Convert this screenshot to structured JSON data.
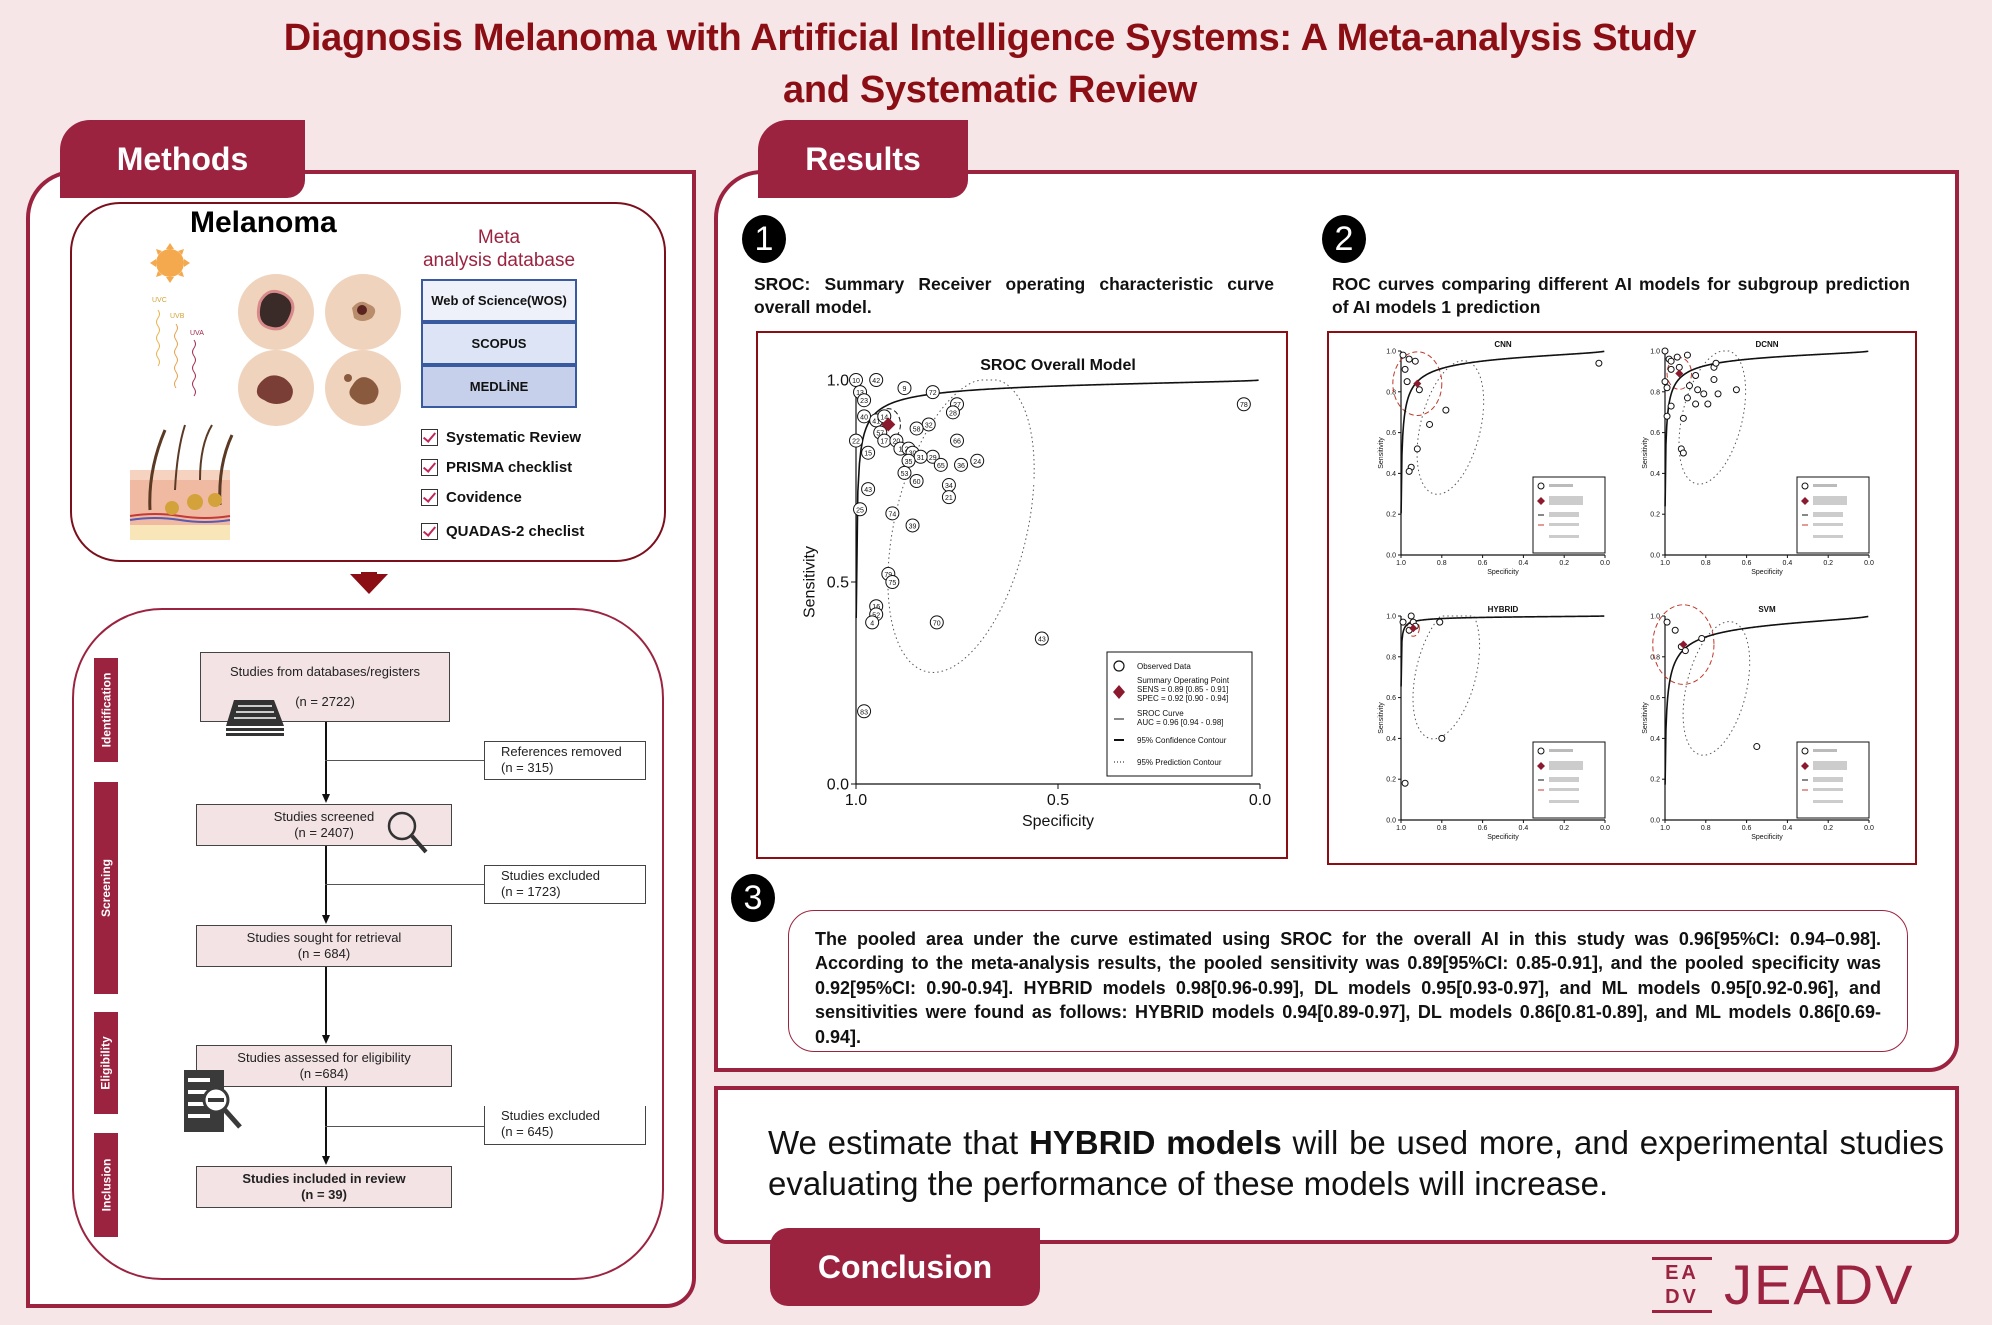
{
  "title_line1": "Diagnosis Melanoma with Artificial Intelligence Systems: A Meta-analysis Study",
  "title_line2": "and Systematic Review",
  "sections": {
    "methods": "Methods",
    "results": "Results",
    "conclusion": "Conclusion"
  },
  "methods": {
    "melanoma_title": "Melanoma",
    "uv_labels": [
      "UVC",
      "UVB",
      "UVA"
    ],
    "meta_title_1": "Meta",
    "meta_title_2": "analysis database",
    "databases": [
      "Web of Science(WOS)",
      "SCOPUS",
      "MEDLİNE"
    ],
    "checklist": [
      "Systematic Review",
      "PRISMA checklist",
      "Covidence",
      "QUADAS-2 checlist"
    ],
    "phases": [
      "Identification",
      "Screening",
      "Eligibility",
      "Inclusion"
    ],
    "flow": {
      "identified": {
        "label": "Studies from databases/registers",
        "n": "(n = 2722)"
      },
      "removed": {
        "label": "References removed",
        "n": "(n = 315)"
      },
      "screened": {
        "label": "Studies screened",
        "n": "(n = 2407)"
      },
      "excluded1": {
        "label": "Studies excluded",
        "n": "(n = 1723)"
      },
      "sought": {
        "label": "Studies sought for retrieval",
        "n": "(n = 684)"
      },
      "assessed": {
        "label": "Studies assessed for eligibility",
        "n": "(n =684)"
      },
      "excluded2": {
        "label": "Studies excluded",
        "n": "(n = 645)"
      },
      "included": {
        "label": "Studies included in review",
        "n": "(n = 39)"
      }
    }
  },
  "results": {
    "badge1": "1",
    "caption1": "SROC: Summary Receiver operating characteristic curve overall model.",
    "badge2": "2",
    "caption2": "ROC curves comparing different AI models for subgroup prediction of AI models 1 prediction",
    "badge3": "3",
    "summary_text": "The pooled area under the curve estimated using SROC for the overall AI in this study was 0.96[95%CI: 0.94–0.98]. According to the meta-analysis results, the pooled sensitivity was 0.89[95%CI: 0.85-0.91], and the pooled specificity was 0.92[95%CI: 0.90-0.94]. HYBRID models 0.98[0.96-0.99], DL models 0.95[0.93-0.97], and ML models 0.95[0.92-0.96], and sensitivities were found as follows: HYBRID models 0.94[0.89-0.97], DL models 0.86[0.81-0.89], and ML models 0.86[0.69-0.94]."
  },
  "conclusion": {
    "text_pre": "We estimate that ",
    "text_bold": "HYBRID models",
    "text_post": " will be used more, and experimental studies evaluating the performance of these  models will increase."
  },
  "logo": {
    "mark_top": "EA",
    "mark_bottom": "DV",
    "word": "JEADV"
  },
  "colors": {
    "brand": "#9b2340",
    "title": "#8b0e14",
    "background": "#f6e6e8",
    "summary_point": "#8b1a2e"
  },
  "chart_data": [
    {
      "type": "scatter",
      "title": "SROC Overall Model",
      "xlabel": "Specificity",
      "ylabel": "Sensitivity",
      "xlim": [
        1.0,
        0.0
      ],
      "ylim": [
        0.0,
        1.0
      ],
      "xticks": [
        "1.0",
        "0.5",
        "0.0"
      ],
      "yticks": [
        "0.0",
        "0.5",
        "1.0"
      ],
      "legend_position": "bottom-right",
      "legend": [
        "Observed Data",
        "Summary Operating Point",
        "SENS = 0.89 [0.85 - 0.91]",
        "SPEC = 0.92 [0.90 - 0.94]",
        "SROC Curve",
        "AUC = 0.96 [0.94 - 0.98]",
        "95% Confidence Contour",
        "95% Prediction Contour"
      ],
      "summary_point": {
        "spec": 0.92,
        "sens": 0.89
      },
      "auc": 0.96,
      "points": [
        {
          "id": "10",
          "spec": 1.0,
          "sens": 1.0
        },
        {
          "id": "42",
          "spec": 0.95,
          "sens": 1.0
        },
        {
          "id": "9",
          "spec": 0.88,
          "sens": 0.98
        },
        {
          "id": "13",
          "spec": 0.99,
          "sens": 0.97
        },
        {
          "id": "72",
          "spec": 0.81,
          "sens": 0.97
        },
        {
          "id": "23",
          "spec": 0.98,
          "sens": 0.95
        },
        {
          "id": "27",
          "spec": 0.75,
          "sens": 0.94
        },
        {
          "id": "28",
          "spec": 0.76,
          "sens": 0.92
        },
        {
          "id": "78",
          "spec": 0.04,
          "sens": 0.94
        },
        {
          "id": "40",
          "spec": 0.98,
          "sens": 0.91
        },
        {
          "id": "41",
          "spec": 0.95,
          "sens": 0.9
        },
        {
          "id": "14",
          "spec": 0.93,
          "sens": 0.91
        },
        {
          "id": "32",
          "spec": 0.82,
          "sens": 0.89
        },
        {
          "id": "58",
          "spec": 0.85,
          "sens": 0.88
        },
        {
          "id": "57",
          "spec": 0.94,
          "sens": 0.87
        },
        {
          "id": "66",
          "spec": 0.75,
          "sens": 0.85
        },
        {
          "id": "22",
          "spec": 1.0,
          "sens": 0.85
        },
        {
          "id": "17",
          "spec": 0.93,
          "sens": 0.85
        },
        {
          "id": "20",
          "spec": 0.9,
          "sens": 0.85
        },
        {
          "id": "1",
          "spec": 0.89,
          "sens": 0.83
        },
        {
          "id": "26",
          "spec": 0.87,
          "sens": 0.83
        },
        {
          "id": "15",
          "spec": 0.97,
          "sens": 0.82
        },
        {
          "id": "29",
          "spec": 0.81,
          "sens": 0.81
        },
        {
          "id": "30",
          "spec": 0.86,
          "sens": 0.82
        },
        {
          "id": "31",
          "spec": 0.84,
          "sens": 0.81
        },
        {
          "id": "35",
          "spec": 0.87,
          "sens": 0.8
        },
        {
          "id": "24",
          "spec": 0.7,
          "sens": 0.8
        },
        {
          "id": "65",
          "spec": 0.79,
          "sens": 0.79
        },
        {
          "id": "36",
          "spec": 0.74,
          "sens": 0.79
        },
        {
          "id": "53",
          "spec": 0.88,
          "sens": 0.77
        },
        {
          "id": "60",
          "spec": 0.85,
          "sens": 0.75
        },
        {
          "id": "34",
          "spec": 0.77,
          "sens": 0.74
        },
        {
          "id": "21",
          "spec": 0.77,
          "sens": 0.71
        },
        {
          "id": "43",
          "spec": 0.97,
          "sens": 0.73
        },
        {
          "id": "25",
          "spec": 0.99,
          "sens": 0.68
        },
        {
          "id": "74",
          "spec": 0.91,
          "sens": 0.67
        },
        {
          "id": "39",
          "spec": 0.86,
          "sens": 0.64
        },
        {
          "id": "79",
          "spec": 0.92,
          "sens": 0.52
        },
        {
          "id": "75",
          "spec": 0.91,
          "sens": 0.5
        },
        {
          "id": "16",
          "spec": 0.95,
          "sens": 0.44
        },
        {
          "id": "52",
          "spec": 0.95,
          "sens": 0.42
        },
        {
          "id": "4",
          "spec": 0.96,
          "sens": 0.4
        },
        {
          "id": "70",
          "spec": 0.8,
          "sens": 0.4
        },
        {
          "id": "43b",
          "spec": 0.54,
          "sens": 0.36
        },
        {
          "id": "83",
          "spec": 0.98,
          "sens": 0.18
        }
      ]
    },
    {
      "type": "scatter",
      "title": "CNN",
      "xlabel": "Specificity",
      "ylabel": "Sensitivity",
      "xlim": [
        1.0,
        0.0
      ],
      "ylim": [
        0.0,
        1.0
      ],
      "xticks": [
        "1.0",
        "0.8",
        "0.6",
        "0.4",
        "0.2",
        "0.0"
      ],
      "yticks": [
        "0.0",
        "0.2",
        "0.4",
        "0.6",
        "0.8",
        "1.0"
      ],
      "summary_point": {
        "spec": 0.92,
        "sens": 0.84
      },
      "points": [
        {
          "spec": 0.99,
          "sens": 0.98
        },
        {
          "spec": 0.96,
          "sens": 0.96
        },
        {
          "spec": 0.93,
          "sens": 0.95
        },
        {
          "spec": 0.98,
          "sens": 0.91
        },
        {
          "spec": 0.97,
          "sens": 0.85
        },
        {
          "spec": 0.91,
          "sens": 0.81
        },
        {
          "spec": 0.78,
          "sens": 0.71
        },
        {
          "spec": 0.86,
          "sens": 0.64
        },
        {
          "spec": 0.92,
          "sens": 0.52
        },
        {
          "spec": 0.95,
          "sens": 0.43
        },
        {
          "spec": 0.96,
          "sens": 0.41
        },
        {
          "spec": 0.03,
          "sens": 0.94
        }
      ]
    },
    {
      "type": "scatter",
      "title": "DCNN",
      "xlabel": "Specificity",
      "ylabel": "Sensitivity",
      "xlim": [
        1.0,
        0.0
      ],
      "ylim": [
        0.0,
        1.0
      ],
      "xticks": [
        "1.0",
        "0.8",
        "0.6",
        "0.4",
        "0.2",
        "0.0"
      ],
      "yticks": [
        "0.0",
        "0.2",
        "0.4",
        "0.6",
        "0.8",
        "1.0"
      ],
      "summary_point": {
        "spec": 0.93,
        "sens": 0.89
      },
      "points": [
        {
          "spec": 1.0,
          "sens": 1.0
        },
        {
          "spec": 0.98,
          "sens": 0.96
        },
        {
          "spec": 0.94,
          "sens": 0.97
        },
        {
          "spec": 0.89,
          "sens": 0.98
        },
        {
          "spec": 0.97,
          "sens": 0.95
        },
        {
          "spec": 0.97,
          "sens": 0.91
        },
        {
          "spec": 0.93,
          "sens": 0.92
        },
        {
          "spec": 0.85,
          "sens": 0.88
        },
        {
          "spec": 0.76,
          "sens": 0.92
        },
        {
          "spec": 0.75,
          "sens": 0.94
        },
        {
          "spec": 1.0,
          "sens": 0.85
        },
        {
          "spec": 0.99,
          "sens": 0.82
        },
        {
          "spec": 0.88,
          "sens": 0.83
        },
        {
          "spec": 0.84,
          "sens": 0.81
        },
        {
          "spec": 0.76,
          "sens": 0.86
        },
        {
          "spec": 0.81,
          "sens": 0.79
        },
        {
          "spec": 0.89,
          "sens": 0.77
        },
        {
          "spec": 0.85,
          "sens": 0.74
        },
        {
          "spec": 0.79,
          "sens": 0.74
        },
        {
          "spec": 0.74,
          "sens": 0.79
        },
        {
          "spec": 0.65,
          "sens": 0.81
        },
        {
          "spec": 0.97,
          "sens": 0.73
        },
        {
          "spec": 0.99,
          "sens": 0.68
        },
        {
          "spec": 0.91,
          "sens": 0.67
        },
        {
          "spec": 0.92,
          "sens": 0.52
        },
        {
          "spec": 0.91,
          "sens": 0.5
        }
      ]
    },
    {
      "type": "scatter",
      "title": "HYBRID",
      "xlabel": "Specificity",
      "ylabel": "Sensitivity",
      "xlim": [
        1.0,
        0.0
      ],
      "ylim": [
        0.0,
        1.0
      ],
      "xticks": [
        "1.0",
        "0.8",
        "0.6",
        "0.4",
        "0.2",
        "0.0"
      ],
      "yticks": [
        "0.0",
        "0.2",
        "0.4",
        "0.6",
        "0.8",
        "1.0"
      ],
      "summary_point": {
        "spec": 0.94,
        "sens": 0.94
      },
      "points": [
        {
          "spec": 0.95,
          "sens": 1.0
        },
        {
          "spec": 0.99,
          "sens": 0.97
        },
        {
          "spec": 0.94,
          "sens": 0.97
        },
        {
          "spec": 0.96,
          "sens": 0.93
        },
        {
          "spec": 0.93,
          "sens": 0.95
        },
        {
          "spec": 0.81,
          "sens": 0.97
        },
        {
          "spec": 0.8,
          "sens": 0.4
        },
        {
          "spec": 0.98,
          "sens": 0.18
        }
      ]
    },
    {
      "type": "scatter",
      "title": "SVM",
      "xlabel": "Specificity",
      "ylabel": "Sensitivity",
      "xlim": [
        1.0,
        0.0
      ],
      "ylim": [
        0.0,
        1.0
      ],
      "xticks": [
        "1.0",
        "0.8",
        "0.6",
        "0.4",
        "0.2",
        "0.0"
      ],
      "yticks": [
        "0.0",
        "0.2",
        "0.4",
        "0.6",
        "0.8",
        "1.0"
      ],
      "summary_point": {
        "spec": 0.91,
        "sens": 0.86
      },
      "points": [
        {
          "spec": 0.99,
          "sens": 0.97
        },
        {
          "spec": 0.95,
          "sens": 0.93
        },
        {
          "spec": 0.82,
          "sens": 0.89
        },
        {
          "spec": 0.92,
          "sens": 0.85
        },
        {
          "spec": 0.9,
          "sens": 0.83
        },
        {
          "spec": 0.55,
          "sens": 0.36
        }
      ]
    }
  ]
}
